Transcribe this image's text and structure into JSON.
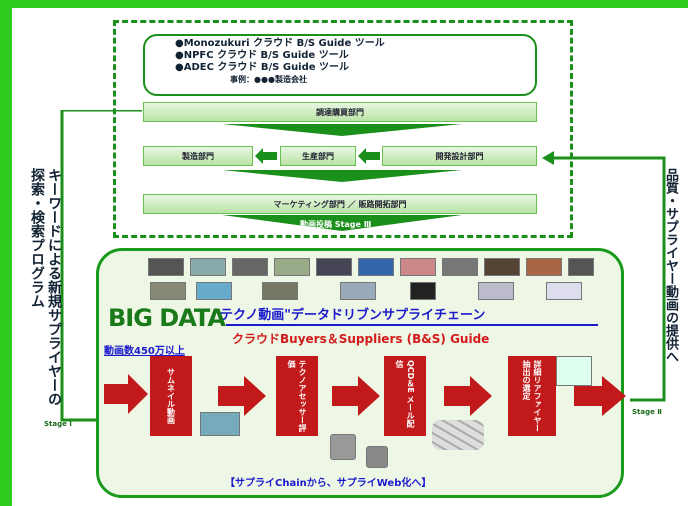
{
  "tools": {
    "line1": "●Monozukuri クラウド B/S Guide ツール",
    "line2": "●NPFC クラウド B/S Guide ツール",
    "line3": "●ADEC クラウド B/S Guide ツール",
    "company": "事例：●●●製造会社"
  },
  "departments": {
    "procurement": "調達購買部門",
    "manufacturing": "製造部門",
    "production": "生産部門",
    "development": "開発設計部門",
    "marketing": "マーケティング部門 ／ 販路開拓部門",
    "stage": "動画投稿 Stage Ⅲ"
  },
  "left_label": "キーワードによる新規サプライヤーの探索・検索プログラム",
  "right_label": "品質・サプライヤー動画の提供へ",
  "stage_left": "Stage Ⅰ",
  "stage_right": "Stage Ⅱ",
  "bigdata": {
    "title": "BIG DATA",
    "subtitle": "テクノ動画\"データドリブンサプライチェーン",
    "cloud": "クラウドBuyers＆Suppliers (B&S) Guide",
    "count": "動画数450万以上"
  },
  "steps": [
    {
      "label": "サムネイル動画"
    },
    {
      "label": "テクノアセッサー評価"
    },
    {
      "label": "QCD＆E メール配信"
    },
    {
      "label": "詳細リアファイヤー抽出の選定"
    }
  ],
  "bottom": "【サプライChainから、サプライWeb化へ】",
  "colors": {
    "green": "#1a8f1a",
    "red": "#c21a1a",
    "blue": "#1a1acc"
  }
}
